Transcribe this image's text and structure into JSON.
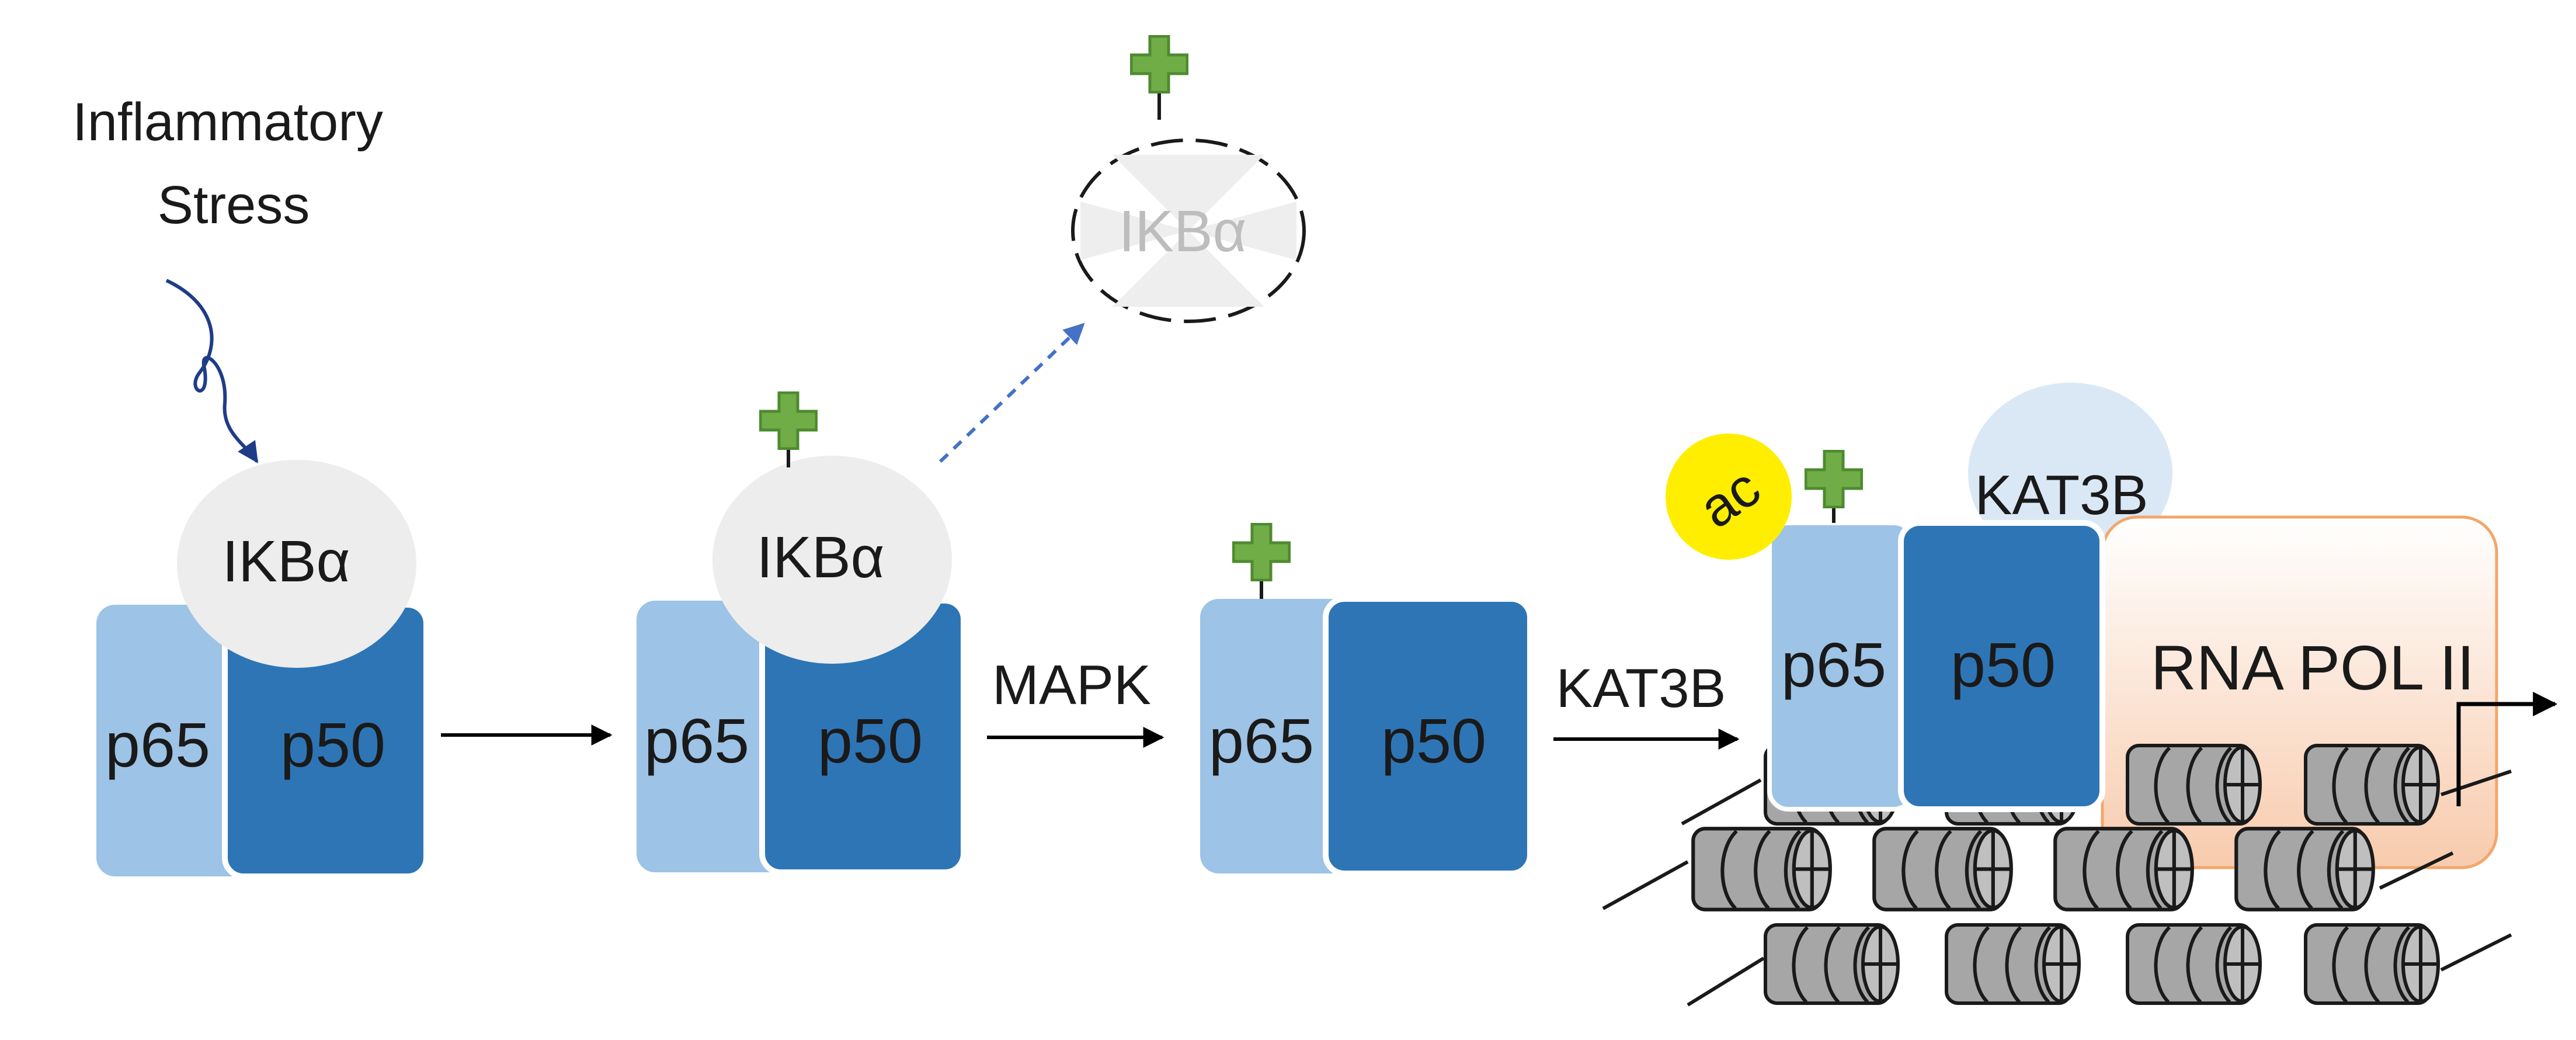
{
  "stimulus": {
    "line1": "Inflammatory",
    "line2": "Stress"
  },
  "stages": {
    "s1": {
      "ikba": "IKBα",
      "p65": "p65",
      "p50": "p50"
    },
    "s2": {
      "ikba": "IKBα",
      "p65": "p65",
      "p50": "p50",
      "degraded_ikba": "IKBα"
    },
    "s3": {
      "p65": "p65",
      "p50": "p50"
    },
    "s4": {
      "ac": "ac",
      "kat3b": "KAT3B",
      "p65": "p65",
      "p50": "p50",
      "rna_pol": "RNA POL II"
    }
  },
  "arrows": {
    "mapk": "MAPK",
    "kat3b": "KAT3B"
  },
  "colors": {
    "p65": "#9dc3e6",
    "p50": "#2e75b6",
    "ikba": "#ededed",
    "phospho": "#70ad47",
    "acetyl": "#ffee00",
    "kat3b_blob": "#dae8f6",
    "rna_pol_top": "#ffffff",
    "rna_pol_bottom": "#f8cbad",
    "nucleosome": "#a6a6a6",
    "stress_arrow": "#1f3c88",
    "degrade_arrow": "#4472c4"
  }
}
